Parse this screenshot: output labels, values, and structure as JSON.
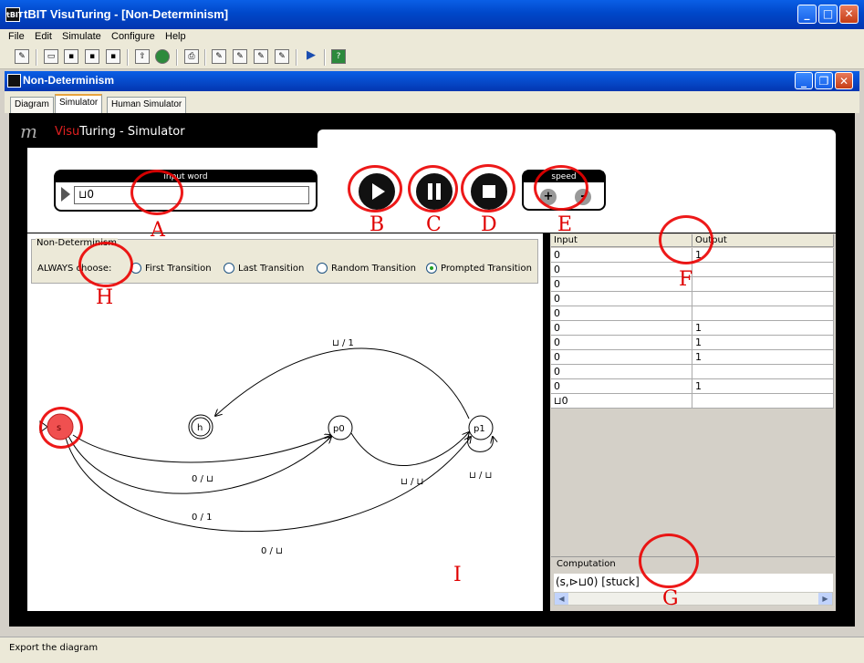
{
  "window": {
    "title": "tBIT VisuTuring - [Non-Determinism]",
    "app_icon": "tBIT"
  },
  "menu": [
    "File",
    "Edit",
    "Simulate",
    "Configure",
    "Help"
  ],
  "toolbar_icons": [
    "new-icon",
    "open-icon",
    "save-icon",
    "save-all-icon",
    "save-as-icon",
    "export-icon",
    "globe-icon",
    "print-icon",
    "edit-icon-1",
    "edit-icon-2",
    "edit-icon-3",
    "edit-icon-4",
    "play-icon",
    "help-icon"
  ],
  "doc": {
    "title": "Non-Determinism"
  },
  "tabs": [
    "Diagram",
    "Simulator",
    "Human Simulator"
  ],
  "simulator": {
    "logo": "m",
    "title_visu": "Visu",
    "title_rest": "Turing - Simulator"
  },
  "input_word": {
    "label": "input word",
    "value": "⊔0"
  },
  "speed": {
    "label": "speed",
    "plus": "+",
    "minus": "-"
  },
  "nondeterminism": {
    "legend": "Non-Determinism",
    "label": "ALWAYS choose:",
    "options": [
      "First Transition",
      "Last Transition",
      "Random Transition",
      "Prompted Transition"
    ],
    "selected": "Prompted Transition"
  },
  "graph": {
    "states": [
      "s",
      "h",
      "p0",
      "p1"
    ],
    "edges": [
      "⊔ / 1",
      "0 / ⊔",
      "0 / 1",
      "0 / ⊔",
      "⊔ / ⊔",
      "⊔ / ⊔"
    ]
  },
  "table": {
    "headers": [
      "Input",
      "Output"
    ],
    "rows": [
      [
        "0",
        "1"
      ],
      [
        "0",
        ""
      ],
      [
        "0",
        ""
      ],
      [
        "0",
        ""
      ],
      [
        "0",
        ""
      ],
      [
        "0",
        "1"
      ],
      [
        "0",
        "1"
      ],
      [
        "0",
        "1"
      ],
      [
        "0",
        ""
      ],
      [
        "0",
        "1"
      ],
      [
        "⊔0",
        ""
      ]
    ]
  },
  "computation": {
    "label": "Computation",
    "text": "(s,⊳⊔0) [stuck]"
  },
  "status": "Export the diagram",
  "annotations": [
    "A",
    "B",
    "C",
    "D",
    "E",
    "F",
    "G",
    "H",
    "I"
  ],
  "colors": {
    "titlebar": "#0a5fe6",
    "active_state": "#f05050",
    "annotation": "#e00000"
  }
}
